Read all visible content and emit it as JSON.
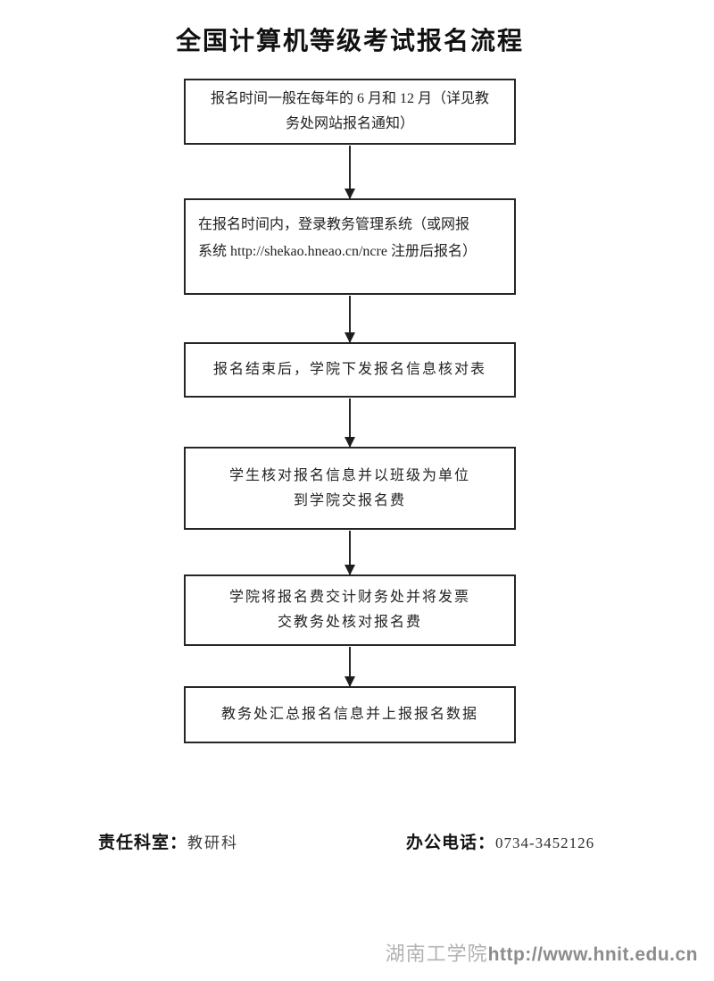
{
  "title": "全国计算机等级考试报名流程",
  "flow": {
    "steps": [
      {
        "line1": "报名时间一般在每年的 6 月和 12 月（详见教",
        "line2": "务处网站报名通知）"
      },
      {
        "line1": "在报名时间内，登录教务管理系统（或网报",
        "line2": "系统 http://shekao.hneao.cn/ncre 注册后报名）"
      },
      {
        "line1": "报名结束后，学院下发报名信息核对表"
      },
      {
        "line1": "学生核对报名信息并以班级为单位",
        "line2": "到学院交报名费"
      },
      {
        "line1": "学院将报名费交计财务处并将发票",
        "line2": "交教务处核对报名费"
      },
      {
        "line1": "教务处汇总报名信息并上报报名数据"
      }
    ]
  },
  "meta": {
    "dept_label": "责任科室：",
    "dept_value": "教研科",
    "phone_label": "办公电话：",
    "phone_value": "0734-3452126"
  },
  "site_footer": {
    "org": "湖南工学院",
    "url": "http://www.hnit.edu.cn"
  },
  "colors": {
    "text": "#1f1f1f",
    "box_border": "#262626",
    "footer_org": "#b2b2b2",
    "footer_url": "#8c8c8c"
  }
}
